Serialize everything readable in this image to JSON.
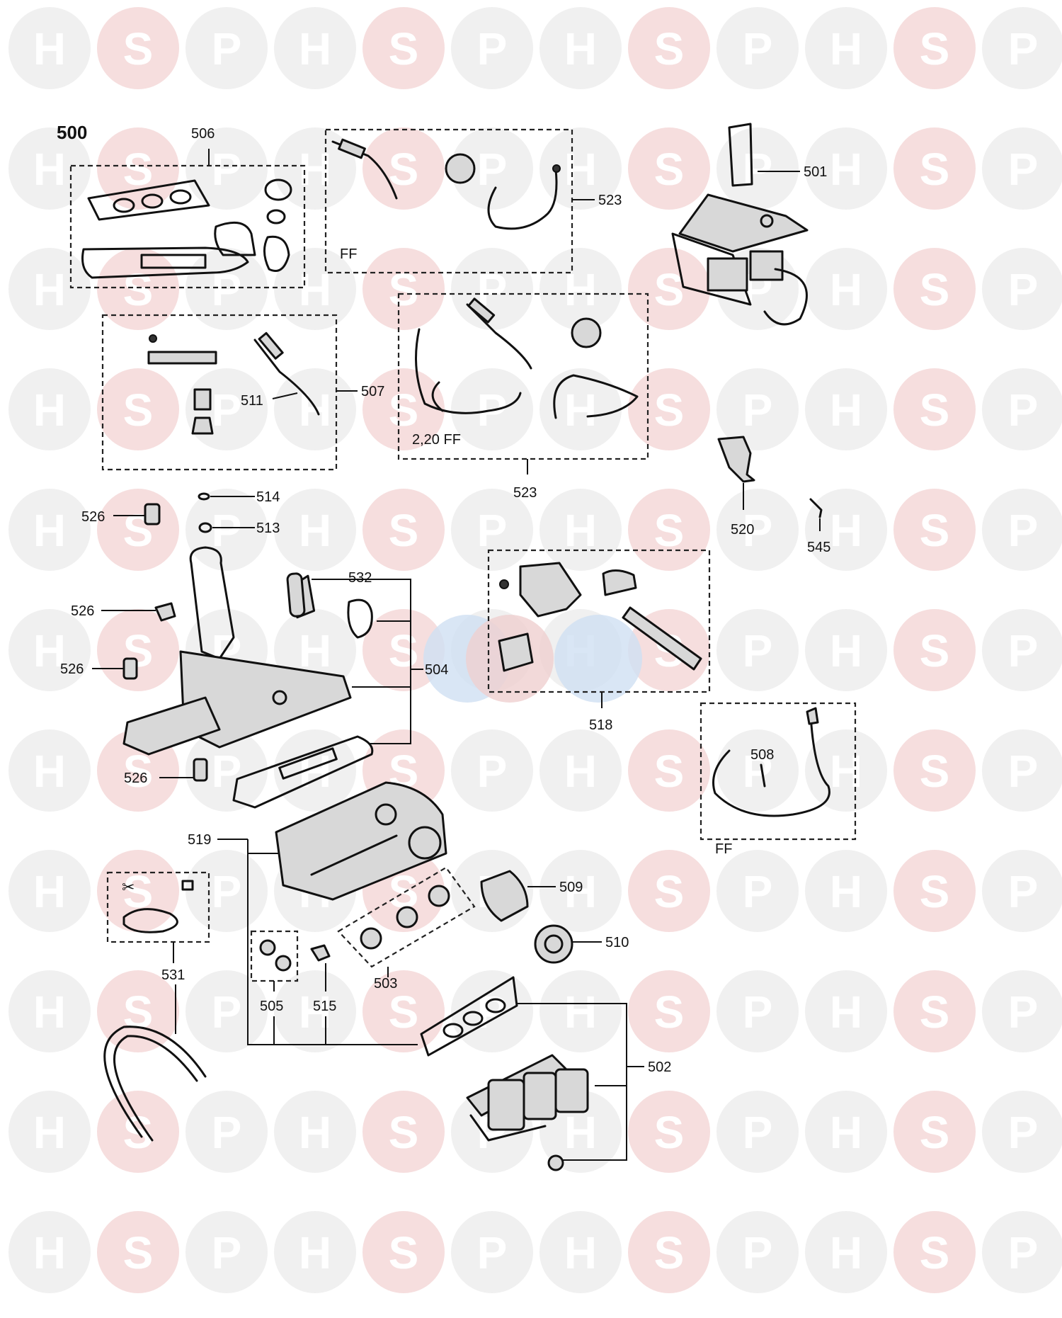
{
  "watermark": {
    "letters": [
      "H",
      "S",
      "P"
    ]
  },
  "diagram": {
    "group_number": "500",
    "labels": {
      "l501": "501",
      "l502": "502",
      "l503": "503",
      "l504": "504",
      "l505": "505",
      "l506": "506",
      "l507": "507",
      "l508": "508",
      "l509": "509",
      "l510": "510",
      "l511": "511",
      "l513": "513",
      "l514": "514",
      "l515": "515",
      "l518": "518",
      "l519": "519",
      "l520": "520",
      "l523a": "523",
      "l523b": "523",
      "l526a": "526",
      "l526b": "526",
      "l526c": "526",
      "l526d": "526",
      "l531": "531",
      "l532": "532",
      "l545": "545"
    },
    "variant_notes": {
      "ff_top": "FF",
      "ff_220": "2,20 FF",
      "ff_right": "FF"
    }
  },
  "colors": {
    "line": "#111111",
    "watermark_circle": "#f0f0f0",
    "watermark_s": "#f6dede",
    "watermark_center_blue": "#cfe0f2"
  }
}
